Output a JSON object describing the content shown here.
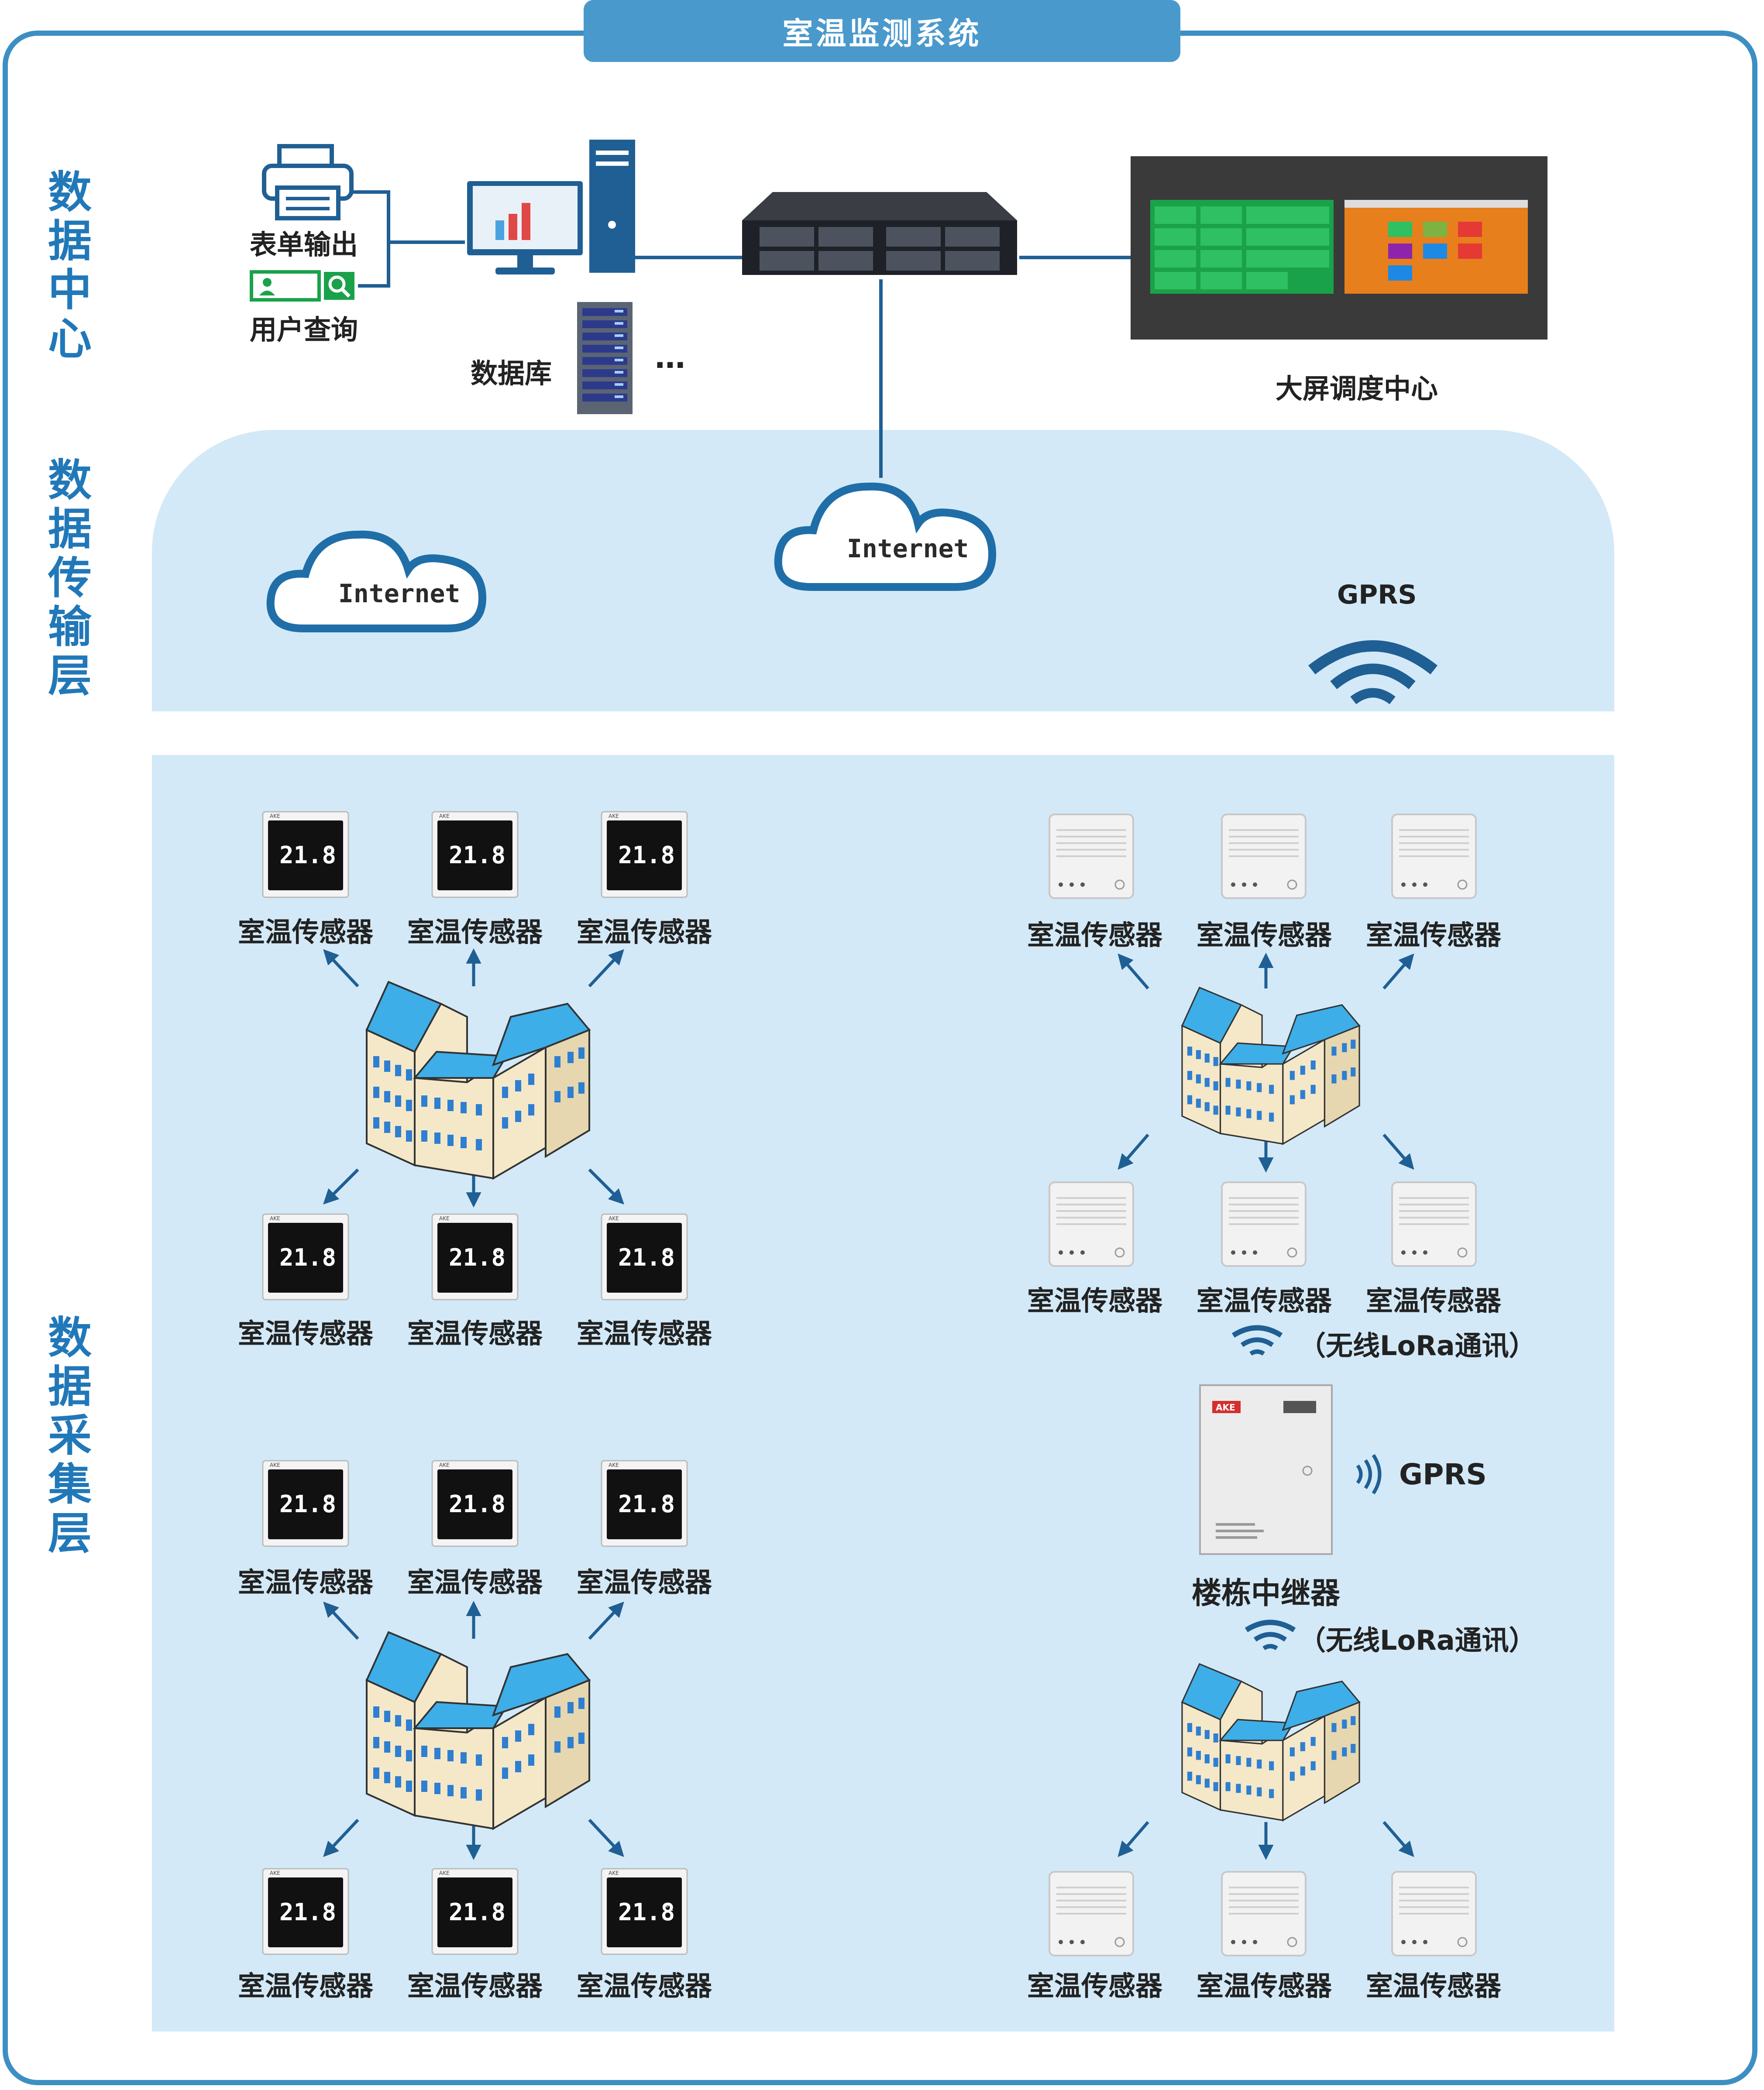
{
  "title": "室温监测系统",
  "layers": {
    "data_center": "数据中心",
    "transmission": "数据传输层",
    "collection": "数据采集层"
  },
  "data_center": {
    "form_output": "表单输出",
    "user_query": "用户查询",
    "database": "数据库",
    "ellipsis": "…",
    "big_screen": "大屏调度中心"
  },
  "transmission": {
    "cloud_left": "Internet",
    "cloud_center": "Internet",
    "gprs": "GPRS"
  },
  "collection": {
    "sensor_label": "室温传感器",
    "display_reading": "21.8",
    "display_brand": "AKE",
    "lora_label": "（无线LoRa通讯）",
    "repeater_label": "楼栋中继器",
    "repeater_gprs": "GPRS",
    "repeater_brand": "AKE"
  },
  "colors": {
    "accent": "#2178b9",
    "frame": "#3d8fc3",
    "panel": "#d3e9f7",
    "arrow": "#1f5f94"
  },
  "icons": [
    "printer-icon",
    "form-search-icon",
    "monitor-icon",
    "server-tower-icon",
    "database-rack-icon",
    "rack-server-icon",
    "video-wall-icon",
    "cloud-icon",
    "wifi-icon",
    "building-icon",
    "lcd-sensor-icon",
    "wireless-sensor-icon",
    "repeater-box-icon"
  ]
}
